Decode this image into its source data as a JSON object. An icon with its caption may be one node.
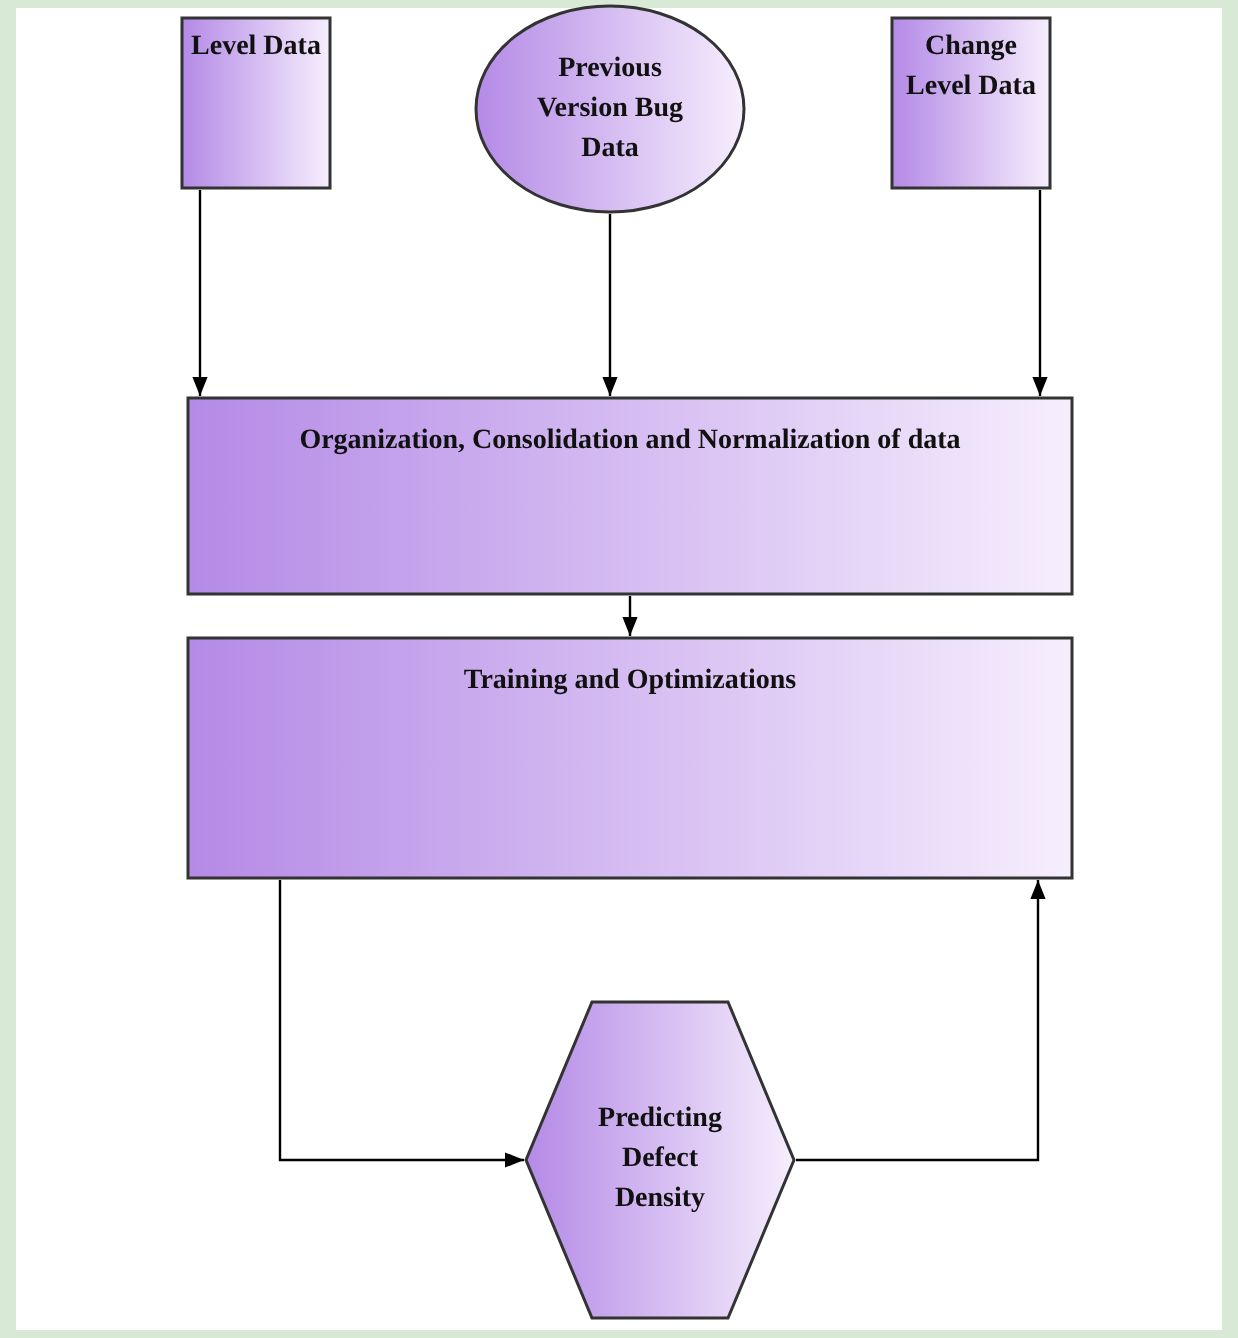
{
  "diagram": {
    "nodes": [
      {
        "text": [
          "Level Data"
        ]
      },
      {
        "text": [
          "Previous Version Bug Data"
        ]
      },
      {
        "text": [
          "Change Level Data"
        ]
      },
      {
        "text": [
          "Organization, Consolidation and Normalization of data"
        ]
      },
      {
        "text": [
          "Training and Optimizations"
        ]
      },
      {
        "text": [
          "Predicting Defect Density"
        ]
      }
    ],
    "edges": [
      {
        "from": 0,
        "to": 3,
        "arrow": "to"
      },
      {
        "from": 1,
        "to": 3,
        "arrow": "to"
      },
      {
        "from": 2,
        "to": 3,
        "arrow": "to"
      },
      {
        "from": 3,
        "to": 4,
        "arrow": "to"
      },
      {
        "from": 4,
        "to": 5,
        "arrow": "to"
      },
      {
        "from": 5,
        "to": 4,
        "arrow": "to"
      }
    ]
  }
}
